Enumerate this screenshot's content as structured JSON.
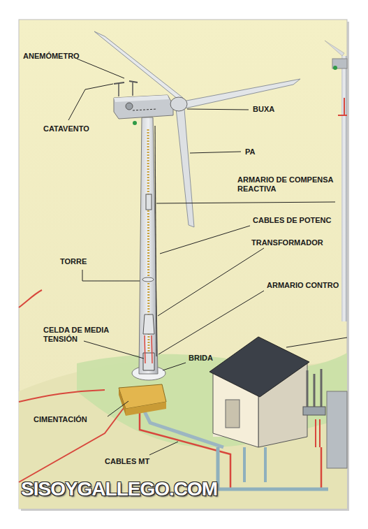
{
  "diagram": {
    "labels": [
      "ANEMÓMETRO",
      "CATAVENTO",
      "BUXA",
      "PA",
      "ARMARIO DE COMPENSA REACTIVA",
      "CABLES DE POTENC",
      "TRANSFORMADOR",
      "ARMARIO CONTRO",
      "TORRE",
      "CELDA DE MEDIA TENSIÓN",
      "BRIDA",
      "CIMENTACIÓN",
      "CABLES MT",
      "SISOYGALLEGO.COM"
    ]
  }
}
